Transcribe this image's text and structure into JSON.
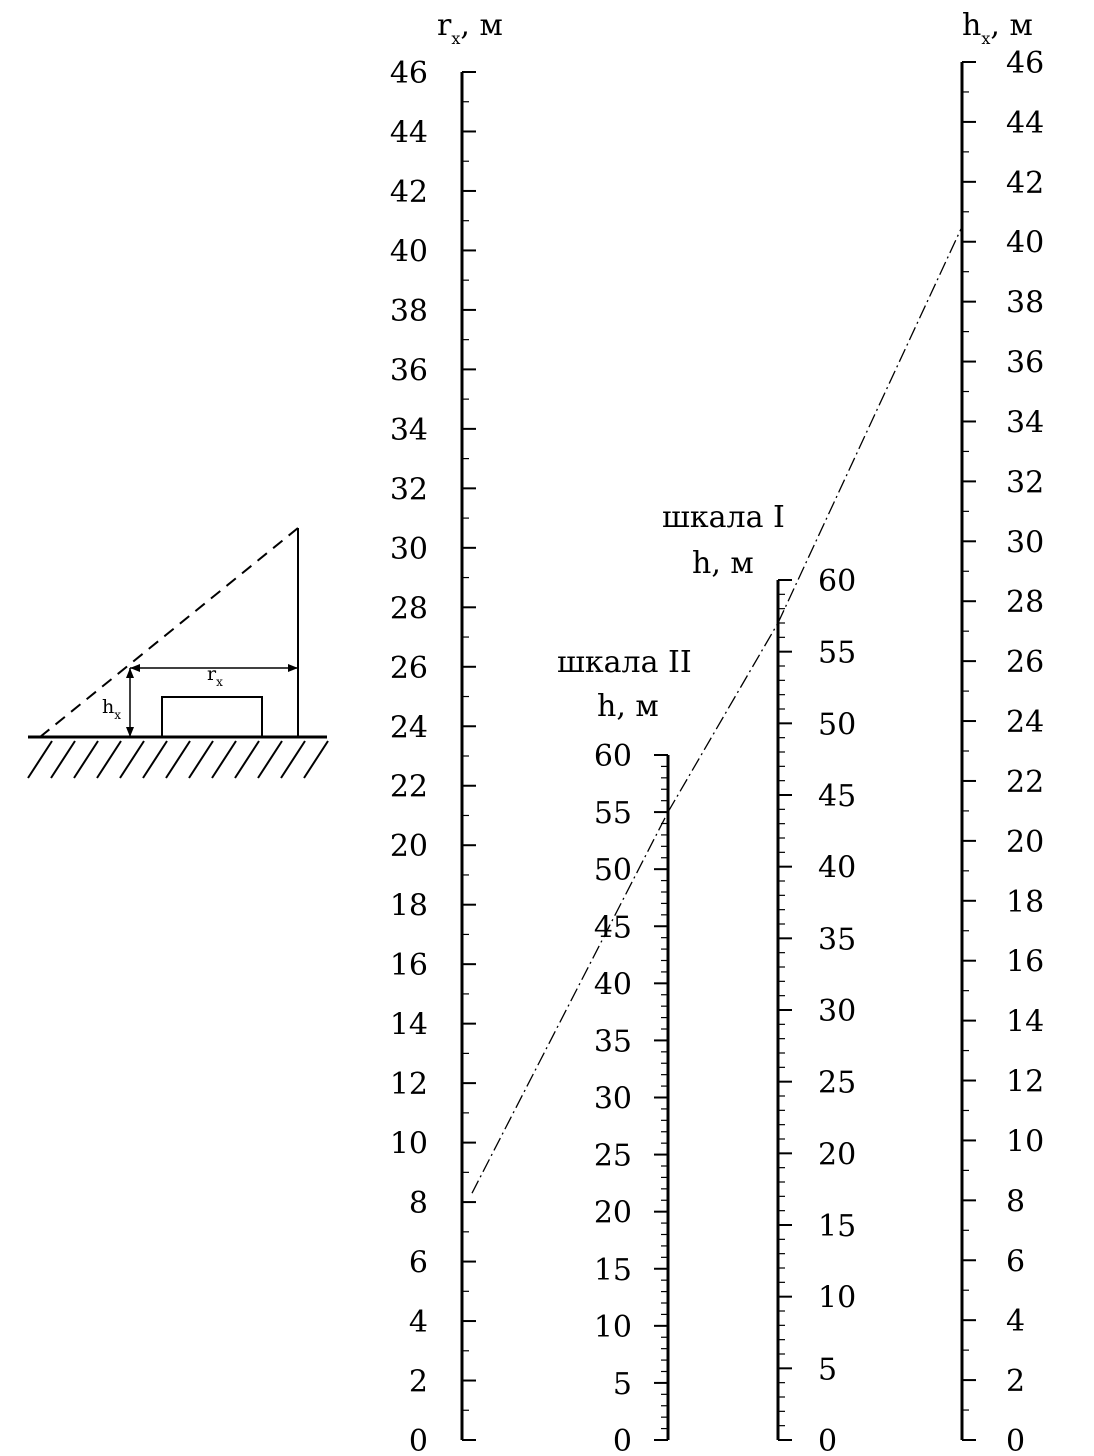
{
  "sketch": {
    "rx_label": "r",
    "rx_sub": "x",
    "hx_label": "h",
    "hx_sub": "x"
  },
  "chart_data": {
    "type": "nomogram",
    "axes": [
      {
        "id": "rx",
        "title": "r",
        "title_sub": "x",
        "unit": "м",
        "range": [
          0,
          46
        ],
        "tick_labels": [
          0,
          2,
          4,
          6,
          8,
          10,
          12,
          14,
          16,
          18,
          20,
          22,
          24,
          26,
          28,
          30,
          32,
          34,
          36,
          38,
          40,
          42,
          44,
          46
        ]
      },
      {
        "id": "scale2",
        "title_line1": "шкала II",
        "title": "h",
        "unit": "м",
        "range": [
          0,
          60
        ],
        "tick_labels": [
          0,
          5,
          10,
          15,
          20,
          25,
          30,
          35,
          40,
          45,
          50,
          55,
          60
        ]
      },
      {
        "id": "scale1",
        "title_line1": "шкала I",
        "title": "h",
        "unit": "м",
        "range": [
          0,
          60
        ],
        "tick_labels": [
          0,
          5,
          10,
          15,
          20,
          25,
          30,
          35,
          40,
          45,
          50,
          55,
          60
        ]
      },
      {
        "id": "hx",
        "title": "h",
        "title_sub": "x",
        "unit": "м",
        "range": [
          0,
          46
        ],
        "tick_labels": [
          0,
          2,
          4,
          6,
          8,
          10,
          12,
          14,
          16,
          18,
          20,
          22,
          24,
          26,
          28,
          30,
          32,
          34,
          36,
          38,
          40,
          42,
          44,
          46
        ]
      }
    ],
    "example_line": {
      "rx": 8.3,
      "scale2": 55,
      "scale1": 57,
      "hx": 40.5
    }
  }
}
